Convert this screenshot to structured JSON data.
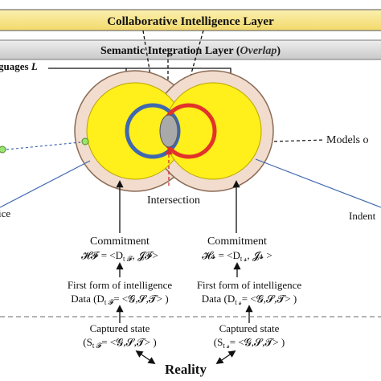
{
  "layers": {
    "collaborative": "Collaborative Intelligence Layer",
    "semantic": "Semantic Integration Layer",
    "overlap": "Overlap"
  },
  "labels": {
    "languages": "guages",
    "languages_symbol": "L",
    "models": "Models o",
    "intersection": "Intersection",
    "identity": "Indent",
    "left_cut": "ice",
    "reality": "Reality"
  },
  "left_branch": {
    "commitment": "Commitment",
    "commitment_formula": "𝓗𝓕 = <D",
    "commitment_sub1": "t 𝓕",
    "commitment_tail": ", 𝓙𝓕>",
    "intelligence": "First form of intelligence",
    "data": "Data (D",
    "data_sub": "t 𝓕",
    "data_tail": "= <𝓖,𝓢,𝓣> )",
    "captured": "Captured state",
    "state": "(S",
    "state_sub": "t 𝓕",
    "state_tail": "= <𝓖,𝓢,𝓣> )"
  },
  "right_branch": {
    "commitment": "Commitment",
    "commitment_formula": "𝓗𝓼 = <D",
    "commitment_sub1": "t 𝓼",
    "commitment_tail": ", 𝓙𝓼 >",
    "intelligence": "First form of intelligence",
    "data": "Data (D",
    "data_sub": "t 𝓼",
    "data_tail": "= <𝓖,𝓢,𝓣> )",
    "captured": "Captured state",
    "state": "(S",
    "state_sub": "t 𝓼",
    "state_tail": "= <𝓖,𝓢,𝓣> )"
  },
  "colors": {
    "top_bar": "#f6e58d",
    "semantic_bar": "#d9d9d9",
    "outer_ring": "#f1dccd",
    "inner_yellow": "#ffef1a",
    "blue_ring": "#3f68b0",
    "red_ring": "#e2332b",
    "accent_red": "#d32f2f"
  }
}
